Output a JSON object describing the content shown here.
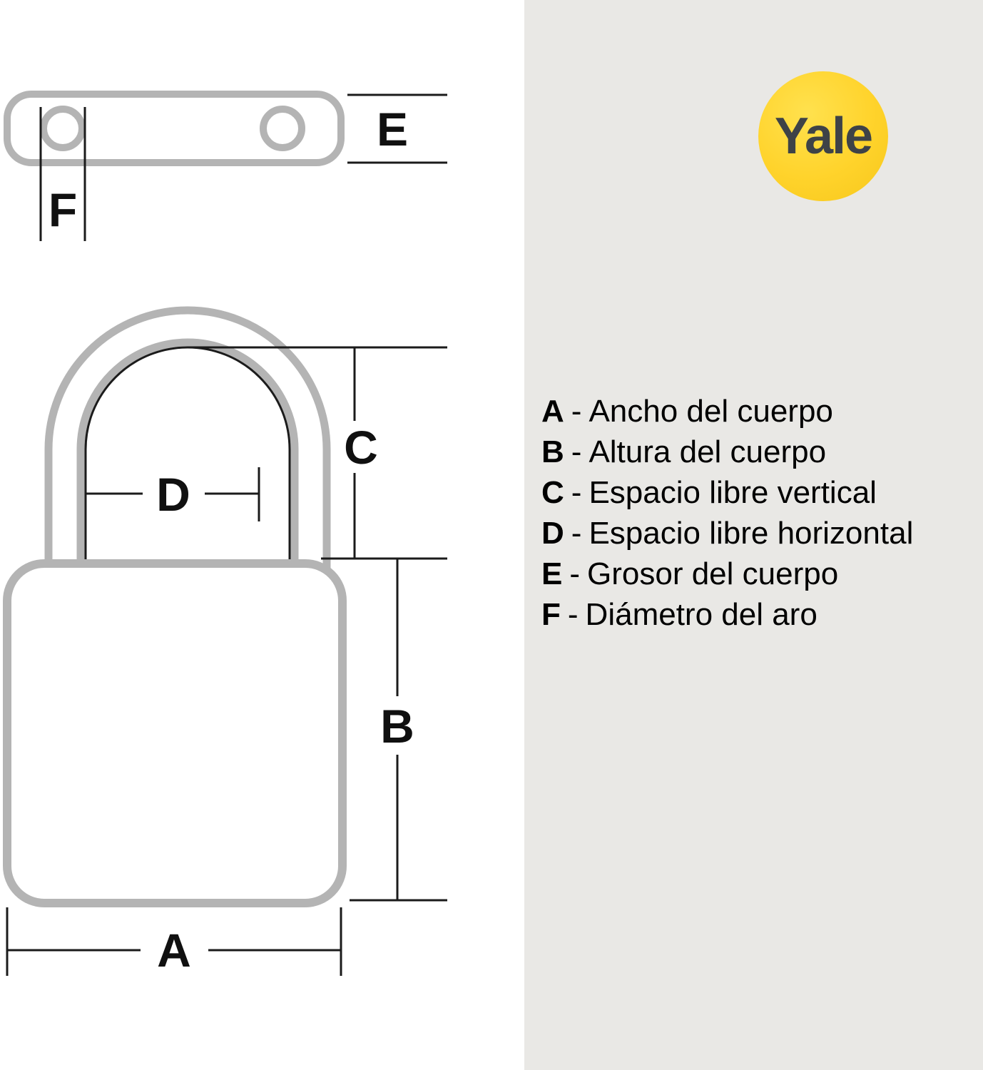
{
  "brand": {
    "name": "Yale",
    "circle_color": "#FFD32B",
    "text_color": "#3E4247"
  },
  "panel": {
    "background": "#E9E8E5"
  },
  "diagram": {
    "outline_color": "#B4B4B4",
    "dimension_line_color": "#1B1B1B",
    "labels": {
      "A": "A",
      "B": "B",
      "C": "C",
      "D": "D",
      "E": "E",
      "F": "F"
    }
  },
  "legend": {
    "separator": "-",
    "items": [
      {
        "key": "A",
        "label": "Ancho del cuerpo"
      },
      {
        "key": "B",
        "label": "Altura del cuerpo"
      },
      {
        "key": "C",
        "label": "Espacio libre vertical"
      },
      {
        "key": "D",
        "label": "Espacio libre horizontal"
      },
      {
        "key": "E",
        "label": "Grosor del cuerpo"
      },
      {
        "key": "F",
        "label": "Diámetro del aro"
      }
    ]
  }
}
